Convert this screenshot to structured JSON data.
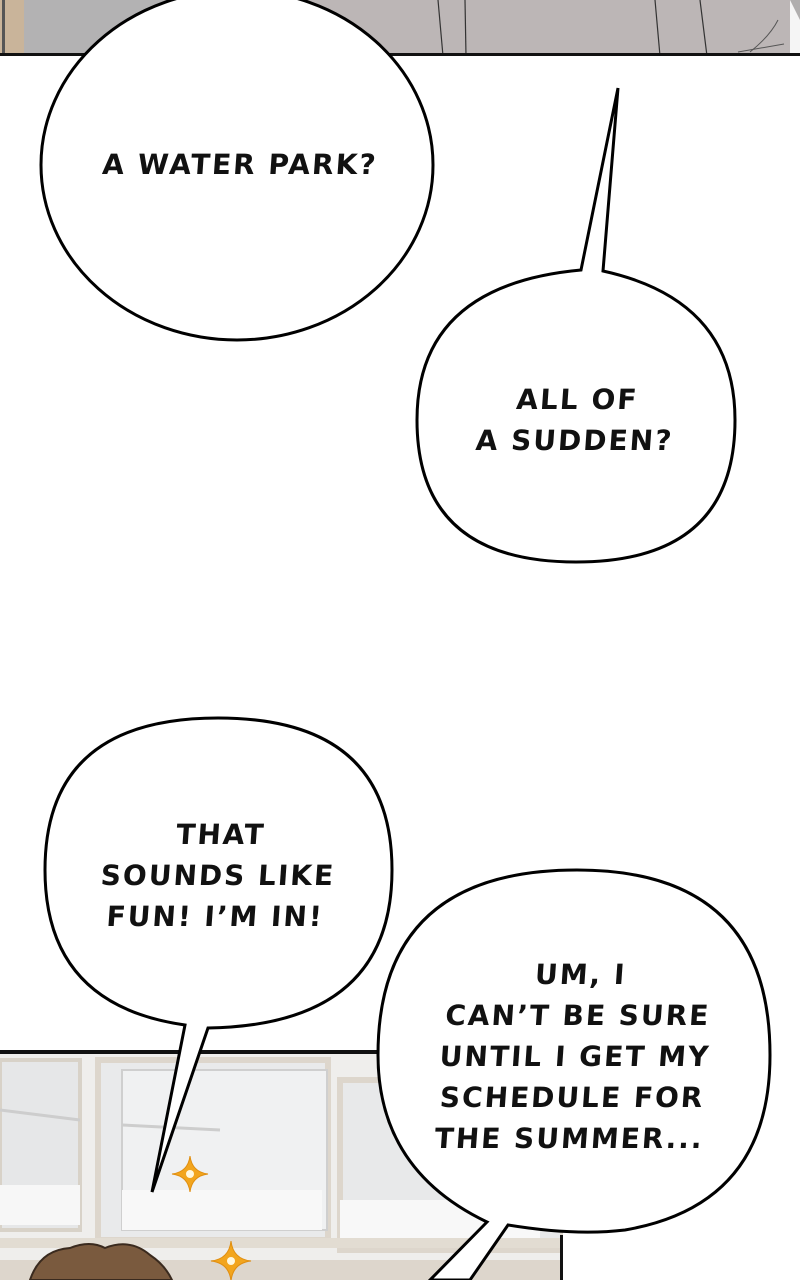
{
  "page": {
    "background": "#ffffff",
    "kind": "webtoon-comic-strip"
  },
  "panels": {
    "top": {
      "description": "Partial panel: person in light gray clothes, cropped",
      "colors": {
        "bg": "#b0aeae",
        "skin": "#f2d9d4",
        "wall": "#c9b49a"
      }
    },
    "bottom": {
      "description": "Classroom interior with windows, brown-haired character with gold sparkles",
      "colors": {
        "bg": "#eceae6",
        "frame": "#ddd6cc",
        "hair": "#7a5a3e",
        "sparkle": "#f2a51e"
      }
    }
  },
  "bubbles": [
    {
      "id": "bubble-1",
      "text": "A WATER PARK?"
    },
    {
      "id": "bubble-2",
      "text": "ALL OF\nA SUDDEN?"
    },
    {
      "id": "bubble-3",
      "text": "THAT\nSOUNDS LIKE\nFUN! I’M IN!"
    },
    {
      "id": "bubble-4",
      "text": "UM, I\nCAN’T BE SURE\nUNTIL I GET MY\nSCHEDULE FOR\nTHE SUMMER..."
    }
  ],
  "icons": {
    "sparkle": "four-point-star"
  }
}
